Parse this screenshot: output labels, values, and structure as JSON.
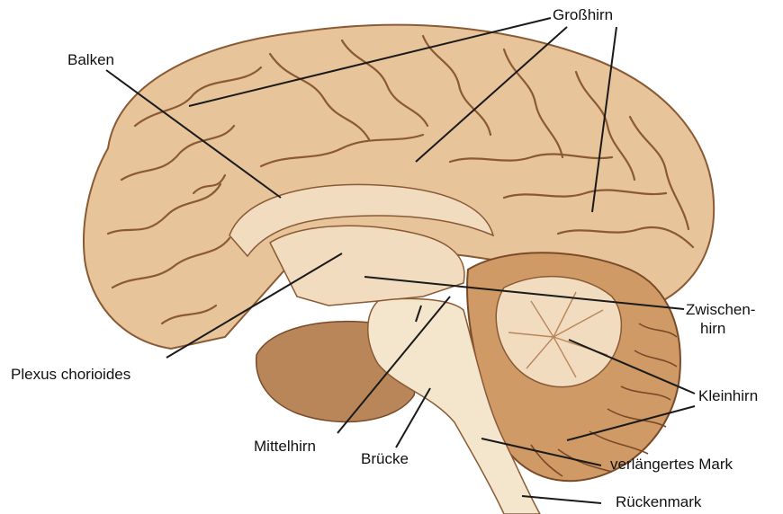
{
  "diagram": {
    "labels": {
      "grosshirn": "Großhirn",
      "balken": "Balken",
      "zwischenhirn_1": "Zwischen-",
      "zwischenhirn_2": "hirn",
      "plexus": "Plexus chorioides",
      "kleinhirn": "Kleinhirn",
      "mittelhirn": "Mittelhirn",
      "bruecke": "Brücke",
      "verlaengertes_mark": "verlängertes Mark",
      "rueckenmark": "Rückenmark"
    },
    "colors": {
      "cortex": "#e8c49a",
      "cortex_shadow": "#b9865a",
      "sulcus": "#8a5a34",
      "medial": "#f1dcc0",
      "cerebellum": "#cf9a66",
      "brainstem": "#f4e6cc",
      "line": "#1a1a1a"
    }
  }
}
